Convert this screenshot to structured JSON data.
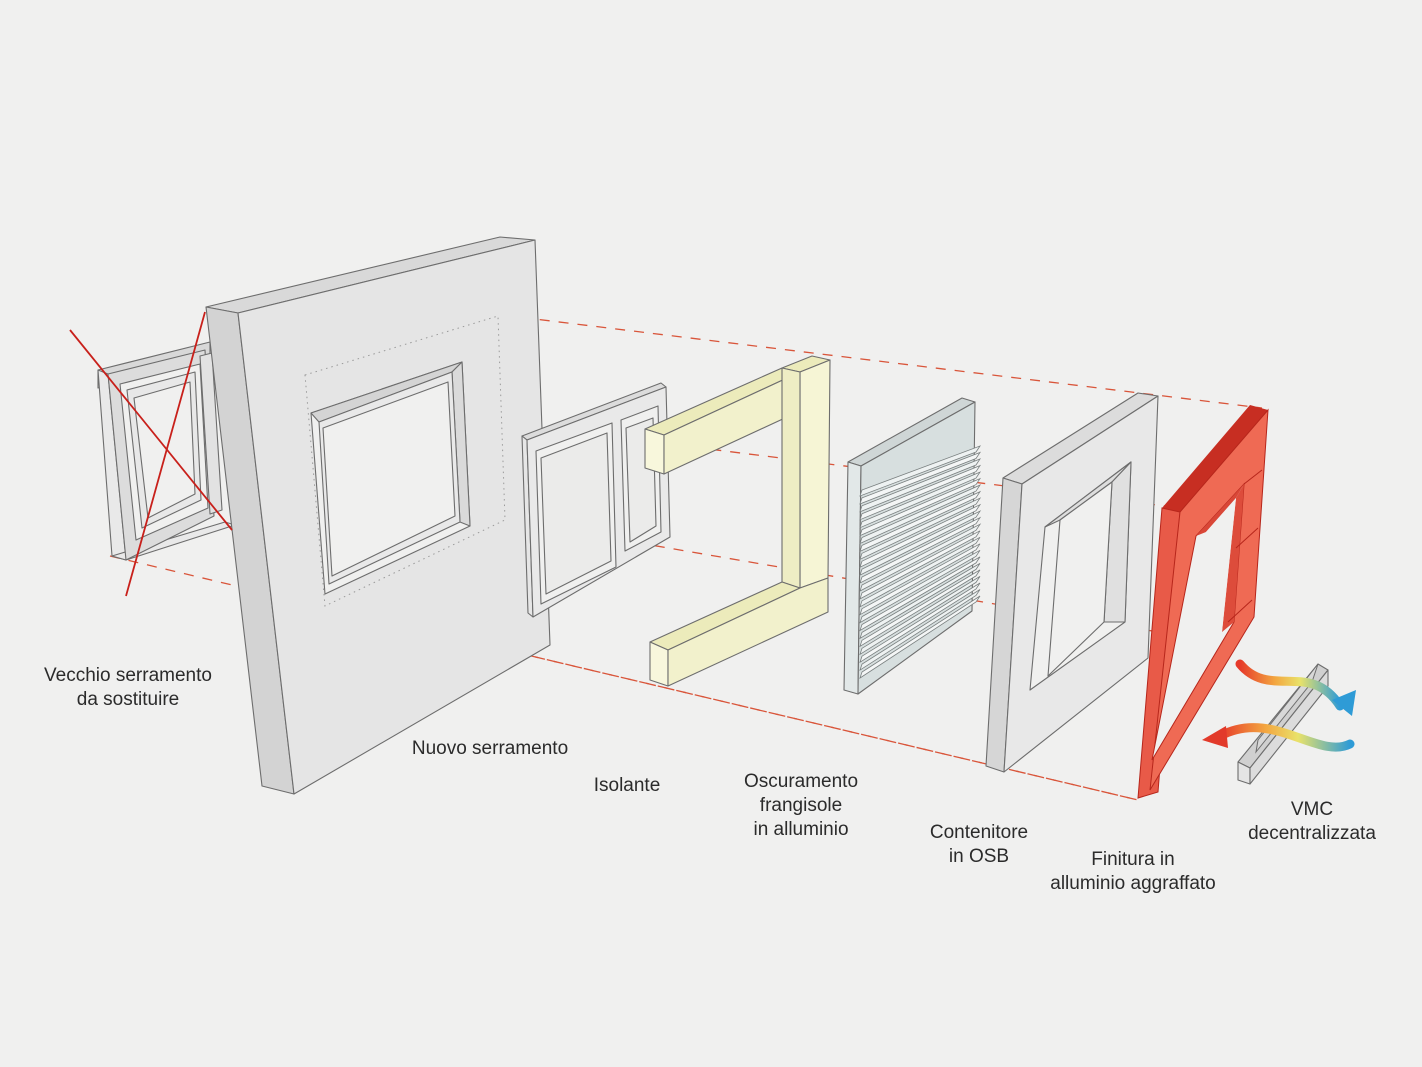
{
  "colors": {
    "background": "#f0f0ef",
    "wall": "#e4e4e4",
    "insulation": "#f5f4d4",
    "louver": "#dfe6e6",
    "osb": "#e7e7e7",
    "aluminium_finish": "#e85a48",
    "guide_lines": "#d9553a",
    "cross_out": "#c8201b",
    "warm_arrow": "#e23a2a",
    "cool_arrow": "#2e9bd6"
  },
  "labels": {
    "old_window": "Vecchio serramento\nda sostituire",
    "new_window": "Nuovo serramento",
    "insulation": "Isolante",
    "shading": "Oscuramento\nfrangisole\nin alluminio",
    "osb": "Contenitore\nin OSB",
    "finish": "Finitura in\nalluminio aggraffato",
    "vmc": "VMC\ndecentralizzata"
  }
}
